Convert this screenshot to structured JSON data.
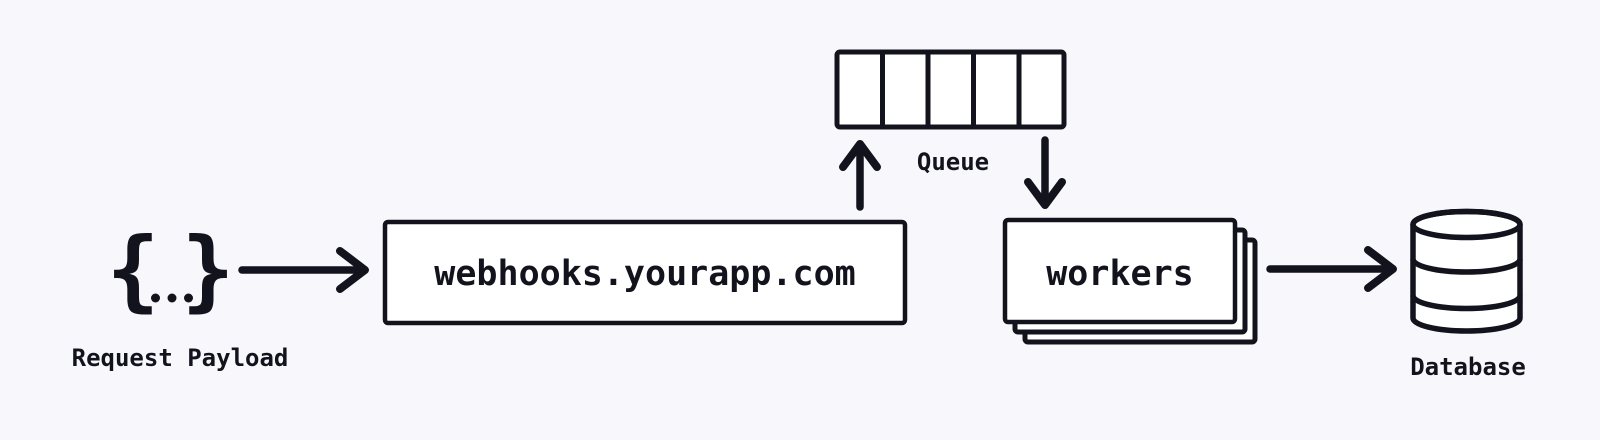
{
  "colors": {
    "background": "#f8f8fc",
    "ink": "#13131d",
    "node_fill": "#ffffff"
  },
  "diagram": {
    "payload": {
      "glyph": "{...}",
      "label": "Request Payload"
    },
    "webhooks": {
      "label": "webhooks.yourapp.com"
    },
    "queue": {
      "label": "Queue",
      "cell_count": 5
    },
    "workers": {
      "label": "workers",
      "stack_layers": 3
    },
    "database": {
      "label": "Database"
    },
    "edges": [
      {
        "from": "request-payload",
        "to": "webhooks",
        "direction": "right"
      },
      {
        "from": "webhooks",
        "to": "queue",
        "direction": "up"
      },
      {
        "from": "queue",
        "to": "workers",
        "direction": "down"
      },
      {
        "from": "workers",
        "to": "database",
        "direction": "right"
      }
    ]
  }
}
